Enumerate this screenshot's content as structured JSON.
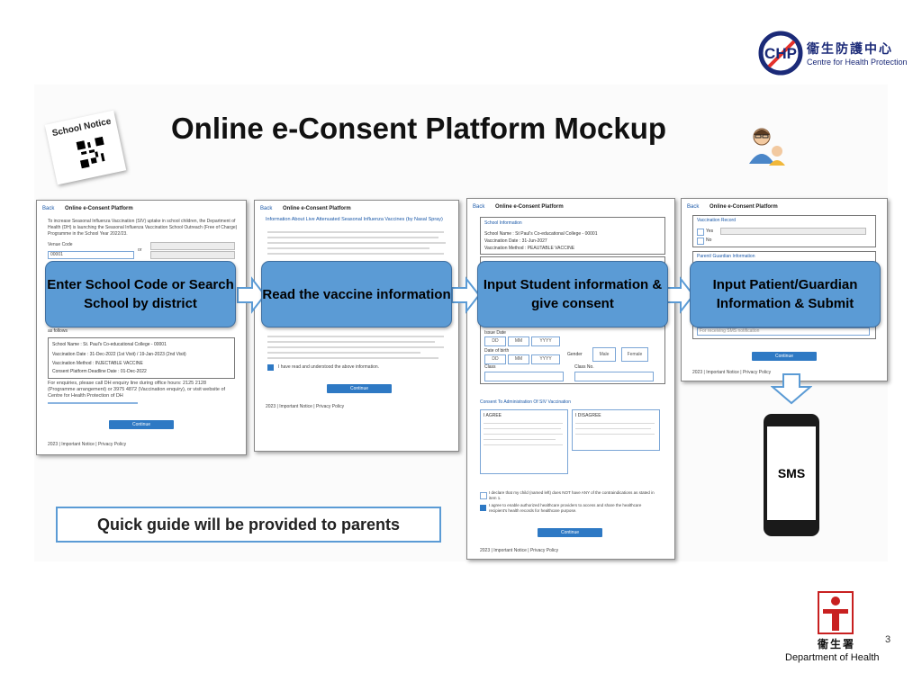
{
  "slide": {
    "title": "Online e-Consent Platform Mockup",
    "school_notice": "School Notice",
    "quick_guide": "Quick guide will be provided to parents",
    "page_number": "3",
    "sms_label": "SMS"
  },
  "logos": {
    "chp_mark": "CHP",
    "chp_chinese": "衞生防護中心",
    "chp_english": "Centre for Health Protection",
    "doh_chinese": "衞生署",
    "doh_english": "Department of Health"
  },
  "callouts": [
    "Enter School Code or Search School by district",
    "Read the vaccine information",
    "Input Student information & give consent",
    "Input Patient/Guardian Information & Submit"
  ],
  "mock_common": {
    "back": "Back",
    "platform_title": "Online e-Consent Platform",
    "continue": "Continue",
    "footer": "2023 | Important Notice | Privacy Policy"
  },
  "mock1": {
    "intro": "To increase Seasonal Influenza Vaccination (SIV) uptake in school children, the Department of Health (DH) is launching the Seasonal Influenza Vaccination School Outreach (Free of Charge) Programme in the School Year 2022/23.",
    "venue_code_label": "Venue Code",
    "venue_code_value": "00001",
    "or": "or",
    "as_follows": "as follows",
    "school_name": "School Name : St. Paul's Co-educational College - 00001",
    "vaccination_date": "Vaccination Date : 31-Dec-2022 (1st Visit) / 19-Jan-2023 (2nd Visit)",
    "vaccination_method": "Vaccination Method : INJECTABLE VACCINE",
    "deadline": "Consent Platform Deadline Date : 01-Dec-2022",
    "enquiries": "For enquiries, please call DH enquiry line during office hours: 2125 2128 (Programme arrangement) or 3975 4872 (Vaccination enquiry), or visit website of Centre for Health Protection of DH"
  },
  "mock2": {
    "heading": "Information About Live Attenuated Seasonal Influenza Vaccines (by Nasal Spray)",
    "ack": "I have read and understood the above information."
  },
  "mock3": {
    "school_info_title": "School Information",
    "school_name": "School Name : St Paul's Co-educational College - 00001",
    "vaccination_date": "Vaccination Date : 31-Jun-2027",
    "vaccination_method": "Vaccination Method : PEAUTABLE VACCINE",
    "issue_date": "Issue Date",
    "date_of_birth": "Date of birth",
    "dd": "DD",
    "mm": "MM",
    "yyyy": "YYYY",
    "gender": "Gender",
    "male": "Male",
    "female": "Female",
    "class": "Class",
    "class_no": "Class No.",
    "consent_title": "Consent To Administration Of SIV Vaccination",
    "agree_title": "I AGREE",
    "disagree_title": "I DISAGREE",
    "declare": "I declare that my child (named left) does NOT have ANY of the contraindications as stated in item 1.",
    "agree_share": "I agree to enable authorized healthcare providers to access and share the healthcare recipient's health records for healthcare purpose."
  },
  "mock4": {
    "vaccination_record": "Vaccination Record",
    "yes": "Yes",
    "no": "No",
    "parent_info": "Parent/ Guardian Information",
    "sms_placeholder": "For receiving SMS notification"
  }
}
